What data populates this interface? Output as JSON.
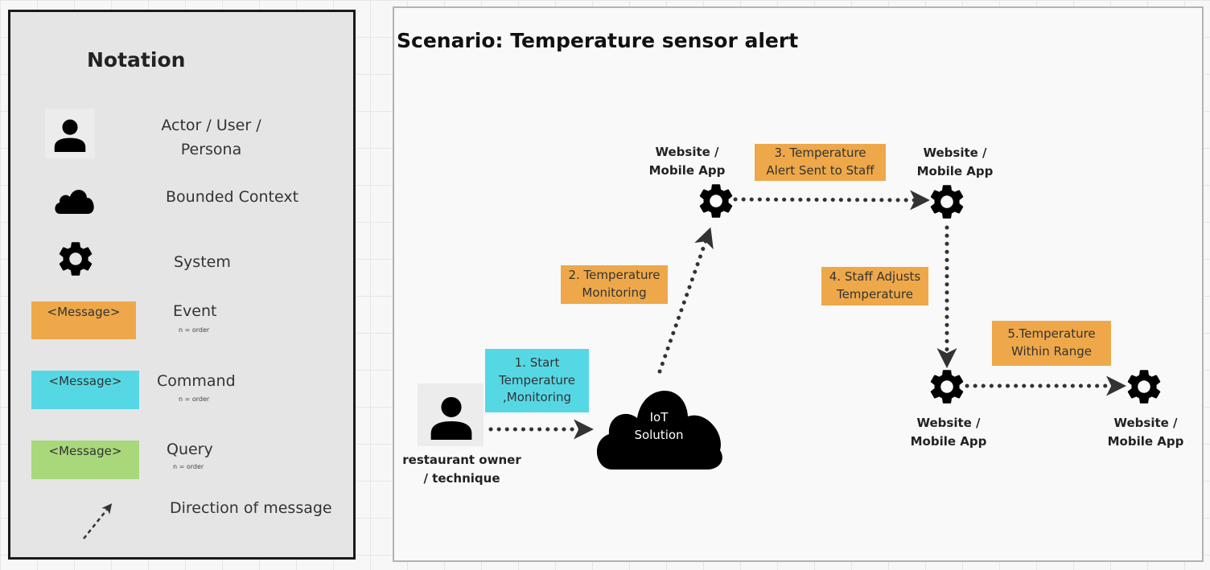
{
  "legend": {
    "title": "Notation",
    "actor_label_line1": "Actor / User /",
    "actor_label_line2": "Persona",
    "bounded_context_label": "Bounded Context",
    "system_label": "System",
    "event_box": "<Message>",
    "event_label": "Event",
    "event_sub": "n = order",
    "command_box": "<Message>",
    "command_label": "Command",
    "command_sub": "n = order",
    "query_box": "<Message>",
    "query_label": "Query",
    "query_sub": "n = order",
    "direction_label": "Direction of message"
  },
  "scenario": {
    "title": "Scenario: Temperature sensor alert",
    "actor_label_line1": "restaurant owner",
    "actor_label_line2": "/ technique",
    "iot_line1": "IoT",
    "iot_line2": "Solution",
    "system_a_line1": "Website /",
    "system_a_line2": "Mobile App",
    "system_b_line1": "Website /",
    "system_b_line2": "Mobile App",
    "system_c_line1": "Website /",
    "system_c_line2": "Mobile App",
    "system_d_line1": "Website /",
    "system_d_line2": "Mobile App",
    "msg1_line1": "1. Start",
    "msg1_line2": "Temperature",
    "msg1_line3": ",Monitoring",
    "msg2_line1": "2. Temperature",
    "msg2_line2": "Monitoring",
    "msg3_line1": "3. Temperature",
    "msg3_line2": "Alert Sent to Staff",
    "msg4_line1": "4. Staff Adjusts",
    "msg4_line2": "Temperature",
    "msg5_line1": "5.Temperature",
    "msg5_line2": "Within Range"
  },
  "colors": {
    "event": "#eea84a",
    "command": "#56d8e4",
    "query": "#a8d87a",
    "icon": "#000000",
    "arrow": "#333333"
  }
}
